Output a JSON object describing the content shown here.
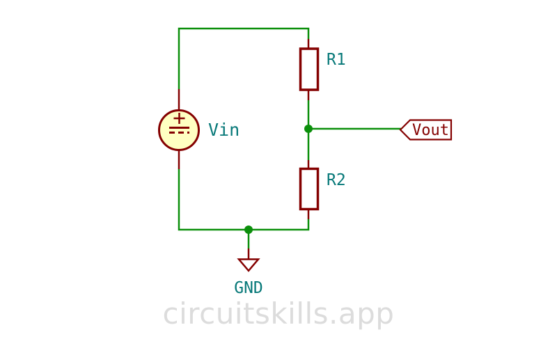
{
  "colors": {
    "background": "#FFFFFF",
    "wire_green": "#0B8F0B",
    "symbol_maroon": "#840000",
    "body_fill_yellow": "#FFFFC2",
    "label_teal": "#067878",
    "watermark_gray": "#DCDCDC"
  },
  "components": {
    "source": {
      "label": "Vin"
    },
    "r1": {
      "label": "R1"
    },
    "r2": {
      "label": "R2"
    },
    "ground": {
      "label": "GND"
    },
    "output": {
      "label": "Vout"
    }
  },
  "watermark": {
    "text": "circuitskills.app"
  }
}
